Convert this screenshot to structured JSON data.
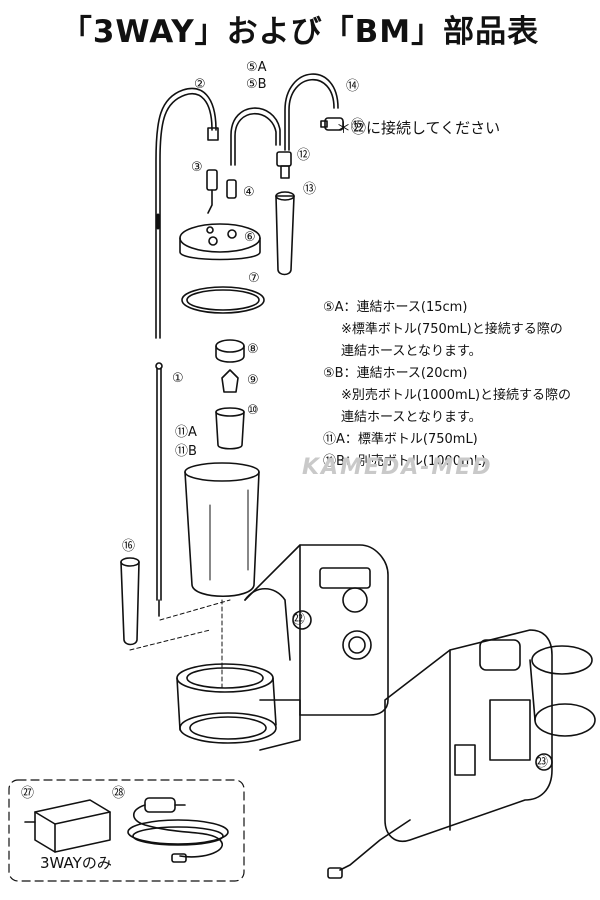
{
  "title": "「3WAY」および「BM」部品表",
  "watermark": "KAMEDA-MED",
  "connect_hint": "＊㉒に接続してください",
  "only_label": "3WAYのみ",
  "parts": {
    "p1": "①",
    "p2": "②",
    "p3": "③",
    "p4": "④",
    "p5a": "⑤A",
    "p5b": "⑤B",
    "p6": "⑥",
    "p7": "⑦",
    "p8": "⑧",
    "p9": "⑨",
    "p10": "⑩",
    "p11a": "⑪A",
    "p11b": "⑪B",
    "p12": "⑫",
    "p13": "⑬",
    "p14": "⑭",
    "p15": "⑮",
    "p16": "⑯",
    "p22": "㉒",
    "p23": "㉓",
    "p27": "㉗",
    "p28": "㉘"
  },
  "notes": [
    "⑤A：連結ホース(15cm)",
    "※標準ボトル(750mL)と接続する際の",
    "連結ホースとなります。",
    "⑤B：連結ホース(20cm)",
    "※別売ボトル(1000mL)と接続する際の",
    "連結ホースとなります。",
    "⑪A：標準ボトル(750mL)",
    "⑪B：別売ボトル(1000mL)"
  ]
}
